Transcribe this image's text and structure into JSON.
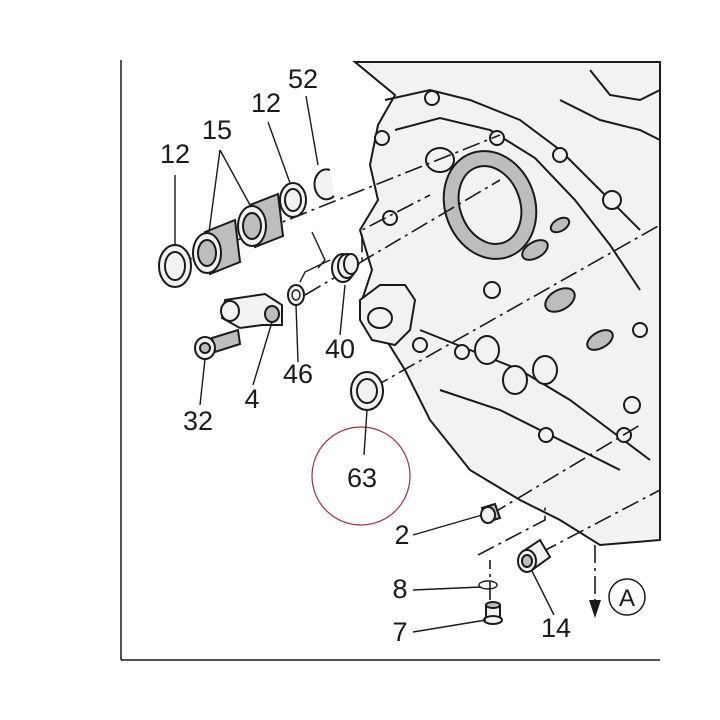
{
  "diagram": {
    "callouts": {
      "c12a": "12",
      "c15": "15",
      "c12b": "12",
      "c52": "52",
      "c40": "40",
      "c46": "46",
      "c4": "4",
      "c32": "32",
      "c63": "63",
      "c2": "2",
      "c8": "8",
      "c7": "7",
      "c14": "14",
      "cA": "A"
    },
    "highlight_color": "#a0303f",
    "line_color": "#1a1a1a"
  }
}
